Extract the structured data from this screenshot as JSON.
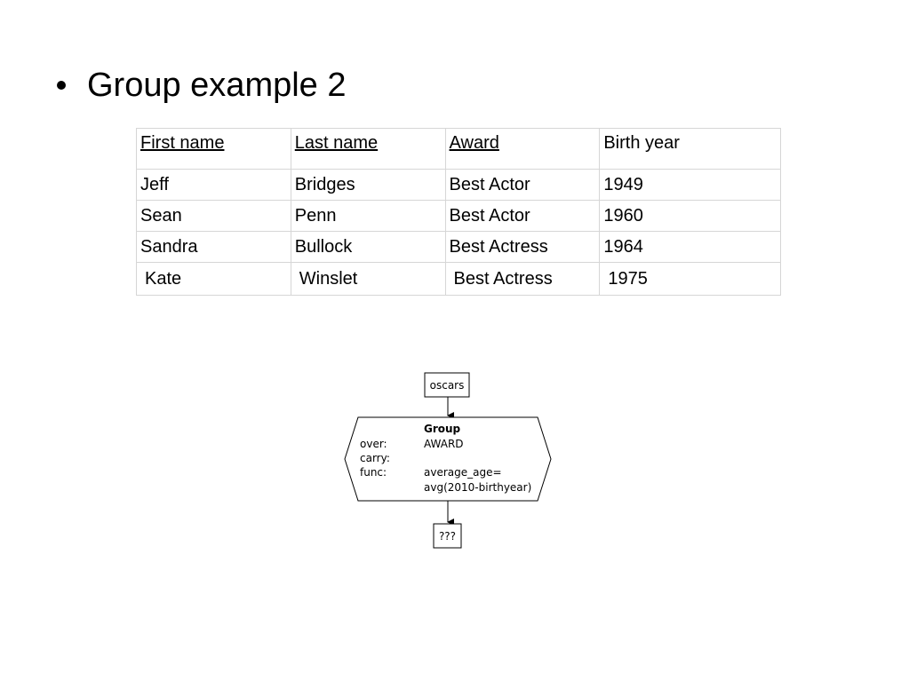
{
  "slide": {
    "title": "Group example 2"
  },
  "table": {
    "headers": [
      {
        "label": "First name",
        "underline": true
      },
      {
        "label": "Last name",
        "underline": true
      },
      {
        "label": "Award",
        "underline": true
      },
      {
        "label": "Birth year",
        "underline": false
      }
    ],
    "rows": [
      [
        "Jeff",
        "Bridges",
        "Best Actor",
        "1949"
      ],
      [
        "Sean",
        "Penn",
        "Best Actor",
        "1960"
      ],
      [
        "Sandra",
        "Bullock",
        "Best Actress",
        "1964"
      ],
      [
        "Kate",
        "Winslet",
        "Best Actress",
        "1975"
      ]
    ]
  },
  "diagram": {
    "input_node": "oscars",
    "operator": {
      "name": "Group",
      "params": [
        {
          "key": "over:",
          "value": "AWARD"
        },
        {
          "key": "carry:",
          "value": ""
        },
        {
          "key": "func:",
          "value": "average_age="
        }
      ],
      "func_continuation": "avg(2010-birthyear)"
    },
    "output_node": "???"
  }
}
